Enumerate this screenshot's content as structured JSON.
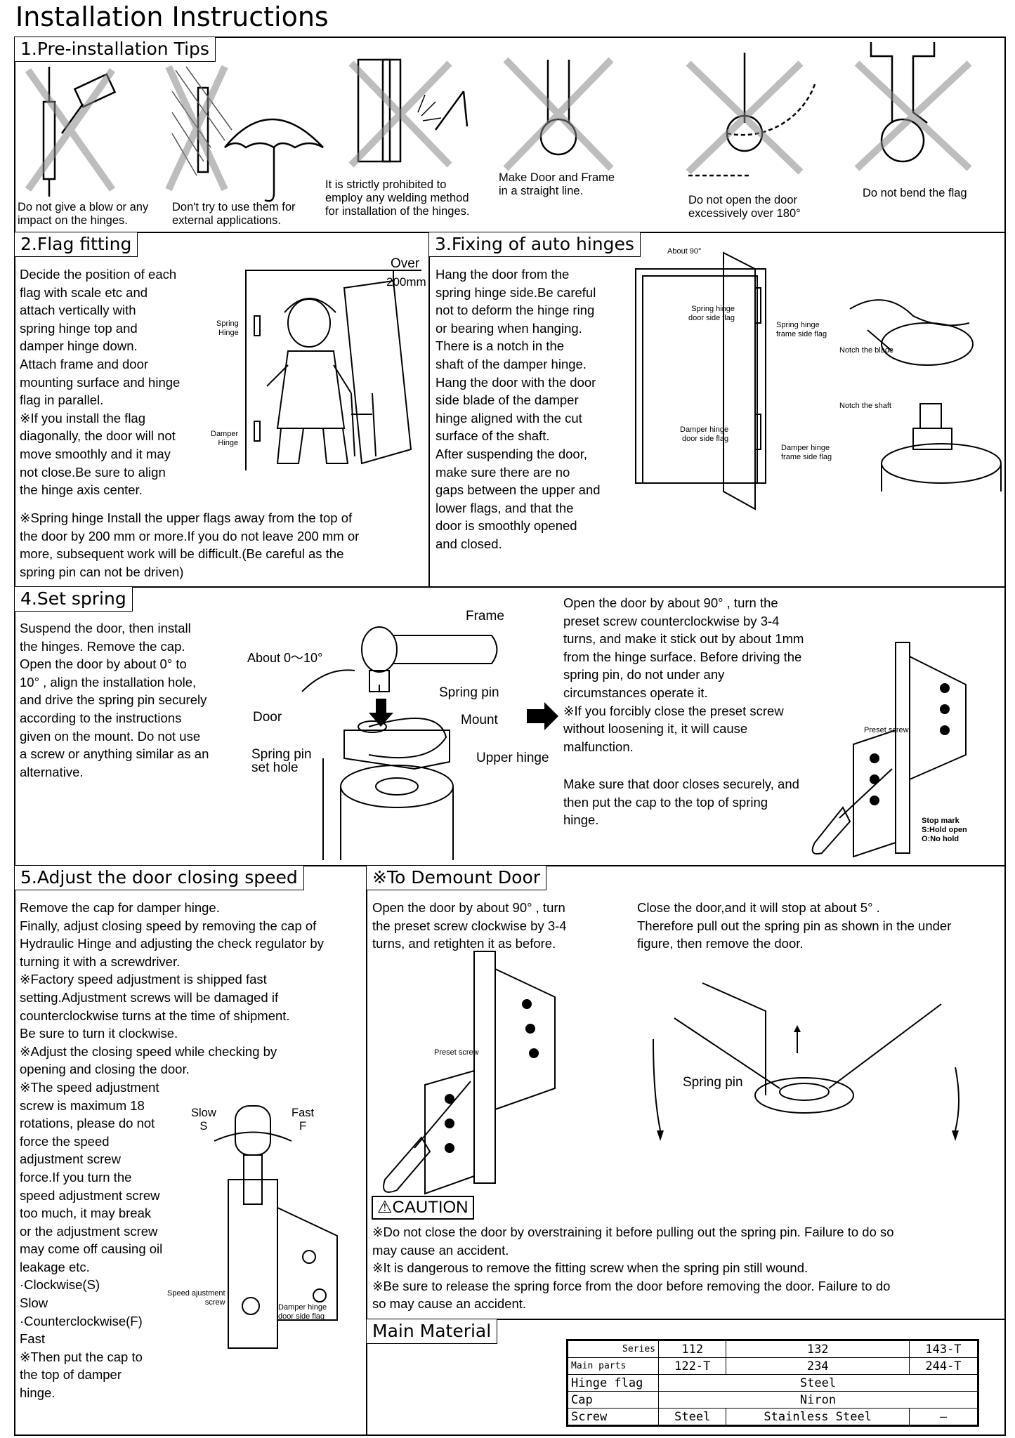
{
  "title": "Installation Instructions",
  "sections": {
    "s1": {
      "label": "1.Pre-installation Tips",
      "captions": [
        "Do not give a blow or any\nimpact on the hinges.",
        "Don't try to use them for\nexternal applications.",
        "It is strictly prohibited to\nemploy any welding method\nfor installation of the hinges.",
        "Make Door and Frame\nin a straight line.",
        "Do not open the door\nexcessively over 180°",
        "Do not bend the flag"
      ]
    },
    "s2": {
      "label": "2.Flag fitting",
      "text": "Decide the position of each\nflag with scale etc and\nattach vertically with\nspring hinge top and\ndamper hinge down.\nAttach frame and door\nmounting surface and hinge\nflag in parallel.\n※If you install the flag\ndiagonally, the door will not\nmove smoothly and it may\nnot close.Be sure to align\nthe hinge axis center.",
      "note": "※Spring hinge Install the upper flags away from the top of\n   the door by 200 mm or more.If you do not leave 200 mm or\n   more, subsequent work will be difficult.(Be careful as the\n   spring pin can not be driven)",
      "fig": {
        "over": "Over",
        "mm": "200mm",
        "spring": "Spring\nHinge",
        "damper": "Damper\nHinge"
      }
    },
    "s3": {
      "label": "3.Fixing of auto hinges",
      "text": "Hang the door from the\nspring hinge side.Be careful\nnot to deform the hinge ring\nor bearing when hanging.\nThere is a notch in the\nshaft of the damper hinge.\nHang the door with the door\nside blade of the damper\nhinge aligned with the cut\nsurface of the shaft.\nAfter suspending the door,\nmake sure there are no\ngaps between the upper and\nlower flags, and that the\ndoor is smoothly opened\nand closed.",
      "fig": {
        "about": "About 90°",
        "spring_door": "Spring hinge\ndoor side flag",
        "spring_frame": "Spring hinge\nframe side flag",
        "notch_blade": "Notch the blade",
        "notch_shaft": "Notch the shaft",
        "damper_door": "Damper hinge\ndoor side flag",
        "damper_frame": "Damper hinge\nframe side flag"
      }
    },
    "s4": {
      "label": "4.Set spring",
      "text": "Suspend the door, then install\nthe hinges. Remove the cap.\nOpen the door by about 0°  to\n10°  , align the installation hole,\nand drive the spring pin securely\naccording to the instructions\ngiven on the mount. Do not use\na screw or anything similar as an\nalternative.",
      "text_right": "Open the door by about 90°  , turn the\npreset screw counterclockwise by 3-4\nturns, and make it stick out by about 1mm\nfrom the hinge surface. Before driving the\nspring pin, do not under any\ncircumstances operate it.\n※If you forcibly close the preset screw\nwithout loosening it, it will cause\nmalfunction.",
      "text_right2": "Make sure that door closes securely, and\nthen put the cap to the top of spring\nhinge.",
      "fig": {
        "frame": "Frame",
        "about": "About 0～10°",
        "door": "Door",
        "spring_pin": "Spring pin",
        "mount": "Mount",
        "upper_hinge": "Upper hinge",
        "set_hole": "Spring pin\nset hole",
        "preset": "Preset screw",
        "stop_mark": "Stop mark\nS:Hold open\nO:No hold"
      }
    },
    "s5": {
      "label": "5.Adjust the door closing speed",
      "text": "Remove the cap for damper hinge.\nFinally, adjust closing speed by removing the cap of\nHydraulic Hinge and adjusting the check regulator by\nturning it with a screwdriver.\n※Factory speed adjustment is shipped fast\n   setting.Adjustment screws will be damaged if\n   counterclockwise turns at the time of shipment.\n   Be sure to turn it clockwise.\n※Adjust the closing speed while checking by\n   opening and closing the door.\n※The speed adjustment\n   screw is maximum 18\n   rotations, please do not\n   force the speed\n   adjustment screw\n   force.If you turn the\n   speed adjustment screw\n   too much, it may break\n   or the adjustment screw\n   may come off causing oil\n   leakage etc.\n·Clockwise(S)\n   Slow\n·Counterclockwise(F)\n   Fast\n※Then put the cap to\n   the top of damper\n   hinge.",
      "fig": {
        "slow": "Slow\nS",
        "fast": "Fast\nF",
        "speed_screw": "Speed ajustment\nscrew",
        "damper_flag": "Damper hinge\ndoor side flag"
      }
    },
    "s6": {
      "label": "※To Demount Door",
      "text_left": "Open the door by about 90°  , turn\nthe preset screw clockwise by 3-4\nturns, and retighten it as before.",
      "text_right": "Close the door,and it will stop at about 5°  .\nTherefore pull out the spring pin as shown in the under\nfigure, then remove the door.",
      "fig": {
        "preset": "Preset screw",
        "spring_pin": "Spring pin"
      },
      "caution_label": "⚠CAUTION",
      "cautions": "※Do not close the door by overstraining it before pulling out the spring pin. Failure to do so\nmay cause an accident.\n※It is dangerous to remove the fitting screw when the spring pin still wound.\n※Be sure to release the spring force from the door before removing the door. Failure to do\nso may cause an accident."
    },
    "s7": {
      "label": "Main Material",
      "table": {
        "series_label": "Series",
        "parts_label": "Main parts",
        "series_row1": [
          "112",
          "132",
          "143-T"
        ],
        "series_row2": [
          "122-T",
          "234",
          "244-T"
        ],
        "rows": [
          {
            "part": "Hinge flag",
            "cells": [
              "Steel"
            ]
          },
          {
            "part": "Cap",
            "cells": [
              "Niron"
            ]
          },
          {
            "part": "Screw",
            "cells": [
              "Steel",
              "Stainless Steel",
              "—"
            ]
          }
        ]
      }
    }
  }
}
